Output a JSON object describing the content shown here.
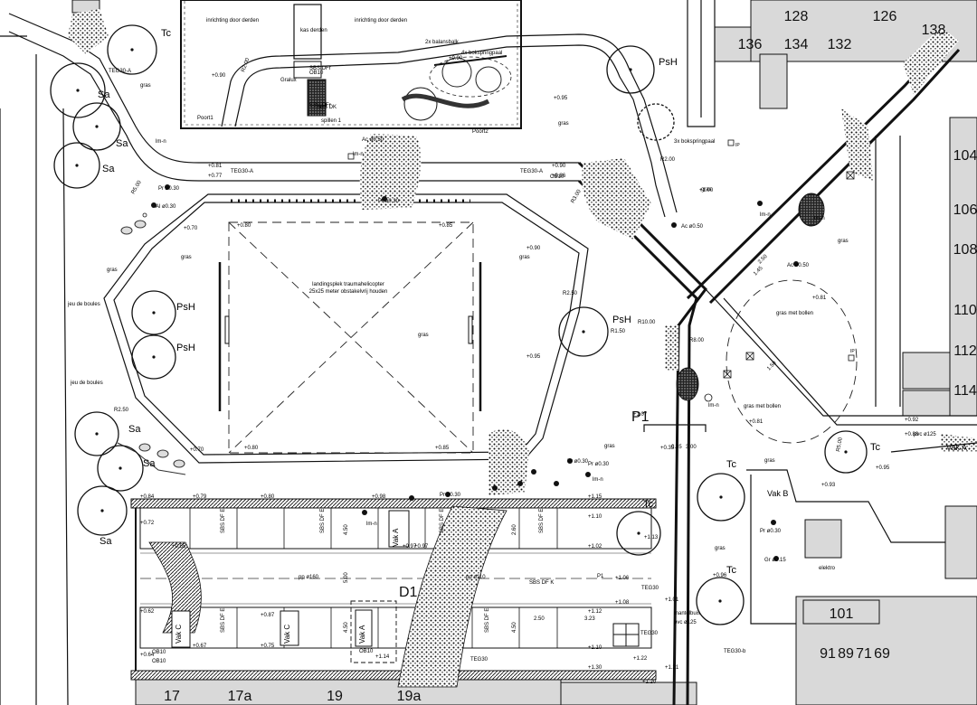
{
  "building_numbers": {
    "top": [
      "128",
      "126",
      "138",
      "136",
      "134",
      "132"
    ],
    "right": [
      "104",
      "106",
      "108",
      "110",
      "112",
      "114"
    ],
    "bottom_right": [
      "101",
      "91",
      "89",
      "71",
      "69"
    ],
    "bottom": [
      "17",
      "17a",
      "19",
      "19a"
    ]
  },
  "area_labels": {
    "helipad": "landingsplek traumahelicopter",
    "helipad_note": "25x25 meter obstakelvrij houden",
    "gras": "gras",
    "gras_bollen": "gras met bollen",
    "inrichting_derden": "inrichting door derden",
    "jeu_de_boules": "jeu de boules",
    "balansbalk": "2x balansbalk",
    "bokspringpaal": "4x bokspringpaal",
    "bokspringpaal3": "3x bokspringpaal",
    "kas_derden": "kas derden",
    "spillen": "spillen 1",
    "speeltoestel": "speeltoestel",
    "elektro": "elektro",
    "mantelbuis": "mantelbuis"
  },
  "paving_labels": {
    "teg30a": "TEG30-A",
    "teg30": "TEG30",
    "teg30b": "TEG30-b",
    "ob10": "OB10",
    "sbs_df": "SBS DFr",
    "sbs_df_e": "SBS DF E",
    "sbs_df_k": "SBS DF K",
    "sbs_dk": "SBS DK",
    "grauw": "Gralux",
    "poort1": "Poort1",
    "poort2": "Poort2"
  },
  "tree_codes": {
    "sa": "Sa",
    "tc": "Tc",
    "psh": "PsH",
    "pr": "Pr ø0.30",
    "ac": "Ac ø0.50",
    "al": "Al ø0.30",
    "lmn": "lm-n",
    "gr": "Gr ø0.15"
  },
  "section_markers": {
    "p1": "P1",
    "d1": "D1",
    "vak_a": "Vak A",
    "vak_b": "Vak B",
    "vak_c": "Vak C",
    "ip": "IP",
    "p1_small": "P1"
  },
  "radii": [
    "R5.00",
    "R2.00",
    "R2.50",
    "R10.00",
    "R8.00",
    "R1.50",
    "R2.50",
    "R5.00",
    "R2.00",
    "R3.00"
  ],
  "levels": [
    "+0.90",
    "+0.95",
    "+0.81",
    "+0.77",
    "+0.90",
    "+0.86",
    "+0.70",
    "+0.80",
    "+0.85",
    "+0.90",
    "+0.95",
    "+0.90",
    "+0.80",
    "+0.85",
    "+0.70",
    "+0.84",
    "+0.79",
    "+0.80",
    "+0.98",
    "+1.15",
    "+1.10",
    "+1.02",
    "+1.06",
    "+1.08",
    "+1.12",
    "+1.10",
    "+1.13",
    "+1.01",
    "+1.07",
    "+1.22",
    "+1.30",
    "+1.14",
    "+0.97",
    "+0.75",
    "+0.87",
    "+1.00",
    "+0.81",
    "+0.81",
    "+0.92",
    "+0.88",
    "+0.95",
    "+0.96",
    "+0.93",
    "+0.72",
    "+0.55",
    "+0.62",
    "+0.67",
    "+0.64",
    "+1.20",
    "+0.35",
    "+1.21",
    "+0.97"
  ],
  "dims": [
    "4.50",
    "4.50",
    "5.00",
    "4.50",
    "2.50",
    "3.23",
    "2.50",
    "3.00",
    "1.50",
    "1.45",
    "2.60",
    "0.35"
  ],
  "pipes": {
    "pp": "pp ø160",
    "pp2": "pp ø110",
    "pp3": "pvc ø125"
  },
  "misc_labels": {
    "sbs_dfr": "SBS DFr",
    "ob10b": "OB10"
  }
}
